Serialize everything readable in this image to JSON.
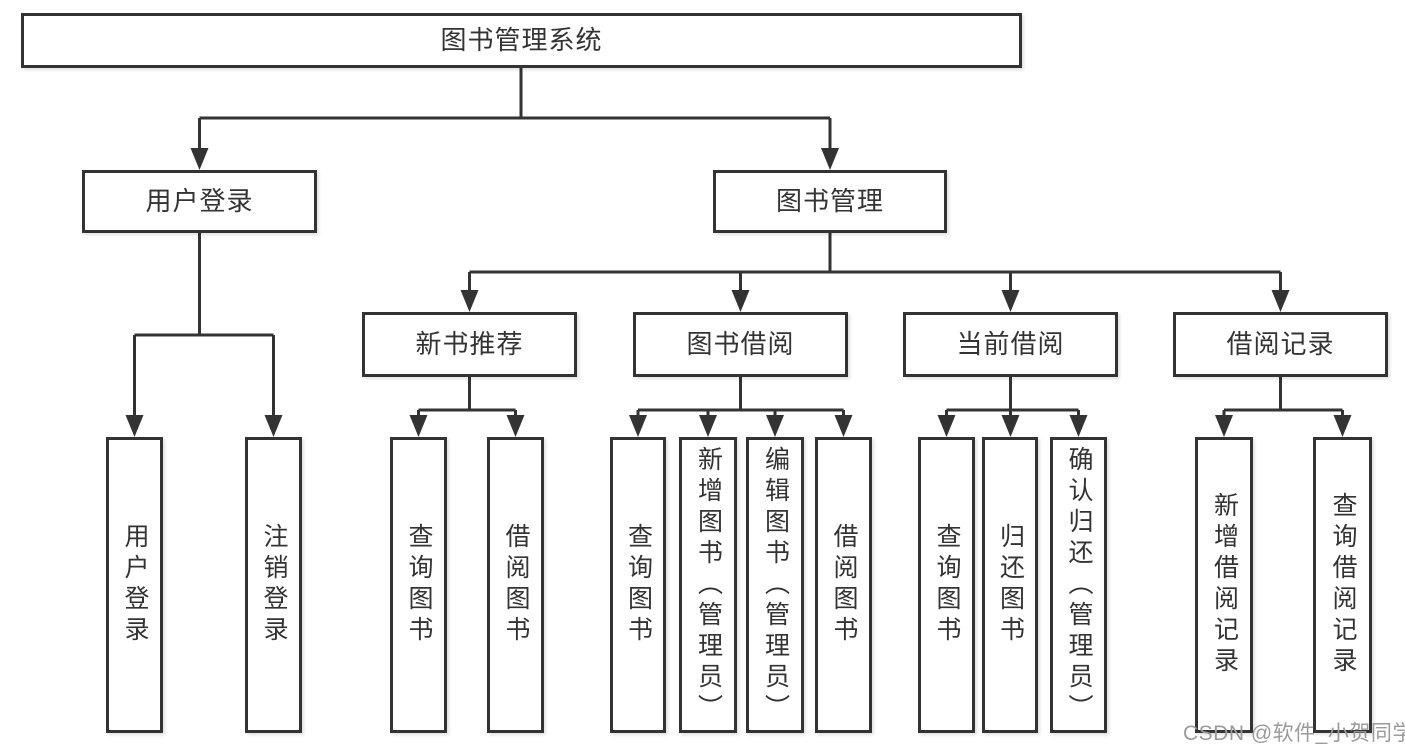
{
  "diagram": {
    "root": {
      "label": "图书管理系统"
    },
    "user_login": {
      "label": "用户登录",
      "leaves": [
        "用户登录",
        "注销登录"
      ]
    },
    "book_mgmt": {
      "label": "图书管理",
      "modules": [
        {
          "label": "新书推荐",
          "leaves": [
            "查询图书",
            "借阅图书"
          ]
        },
        {
          "label": "图书借阅",
          "leaves": [
            "查询图书",
            "新增图书（管理员）",
            "编辑图书（管理员）",
            "借阅图书"
          ]
        },
        {
          "label": "当前借阅",
          "leaves": [
            "查询图书",
            "归还图书",
            "确认归还（管理员）"
          ]
        },
        {
          "label": "借阅记录",
          "leaves": [
            "新增借阅记录",
            "查询借阅记录"
          ]
        }
      ]
    }
  },
  "watermark": {
    "text": "CSDN @软件_小贺同学"
  },
  "colors": {
    "line": "#333333",
    "box_border": "#333333",
    "text": "#333333",
    "watermark": "#9b9b9b",
    "background": "#ffffff"
  }
}
